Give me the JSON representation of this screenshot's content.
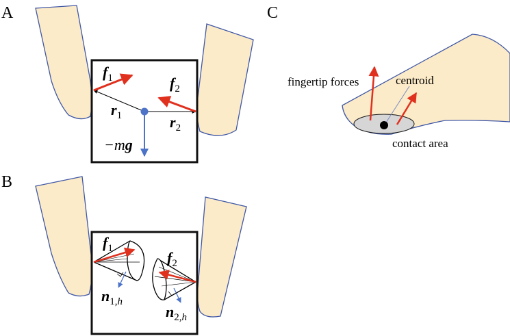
{
  "panels": {
    "a": {
      "letter": "A",
      "f1": "f",
      "f1_sub": "1",
      "f2": "f",
      "f2_sub": "2",
      "r1": "r",
      "r1_sub": "1",
      "r2": "r",
      "r2_sub": "2",
      "weight_minus_m": "−m",
      "weight_g": "g"
    },
    "b": {
      "letter": "B",
      "f1": "f",
      "f1_sub": "1",
      "f2": "f",
      "f2_sub": "2",
      "n1": "n",
      "n1_sub": "1,",
      "n1_subh": "h",
      "n2": "n",
      "n2_sub": "2,",
      "n2_subh": "h"
    },
    "c": {
      "letter": "C",
      "fingertip_forces": "fingertip forces",
      "centroid": "centroid",
      "contact_area": "contact area"
    }
  },
  "colors": {
    "finger_fill": "#fcebc8",
    "finger_outline": "#3f57a6",
    "force_arrow": "#e0301e",
    "normal_arrow": "#4c73c8",
    "centroid_dot": "#4c73c8",
    "contact_patch": "#d6d6d6"
  }
}
